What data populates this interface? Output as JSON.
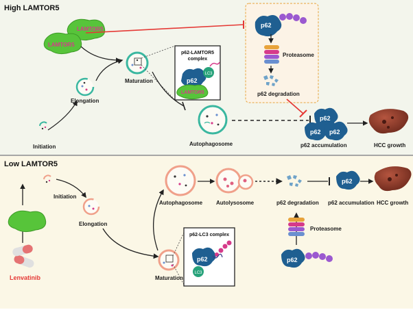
{
  "top": {
    "title": "High LAMTOR5",
    "lamtor_labels": [
      "LAMTOR5",
      "LAMTOR5"
    ],
    "stages": {
      "initiation": "Initiation",
      "elongation": "Elongation",
      "maturation": "Maturation",
      "autophagosome": "Autophagosome"
    },
    "complex": {
      "title_line1": "p62-LAMTOR5",
      "title_line2": "complex",
      "p62": "p62",
      "lc3": "LC3",
      "lamtor": "LAMTOR5"
    },
    "degradation_box": {
      "p62": "p62",
      "proteasome": "Proteasome",
      "degradation": "p62 degradation"
    },
    "accumulation": {
      "p62": [
        "p62",
        "p62",
        "p62"
      ],
      "label": "p62 accumulation"
    },
    "hcc": "HCC growth"
  },
  "bottom": {
    "title": "Low LAMTOR5",
    "stages": {
      "initiation": "Initiation",
      "elongation": "Elongation",
      "maturation": "Maturation",
      "autophagosome": "Autophagosome",
      "autolysosome": "Autolysosome"
    },
    "complex": {
      "title": "p62-LC3 complex",
      "p62": "p62",
      "lc3": "LC3"
    },
    "degradation": "p62 degradation",
    "accumulation": {
      "p62": "p62",
      "label": "p62 accumulation"
    },
    "hcc": "HCC growth",
    "proteasome": {
      "p62": "p62",
      "label": "Proteasome"
    },
    "drug": "Lenvatinib"
  },
  "colors": {
    "top_bg": "#f3f5ec",
    "bottom_bg": "#fbf7e6",
    "p62": "#1f5f91",
    "lamtor": "#57c43a",
    "lamtor_text": "#d63a8a",
    "inhibit_red": "#e53935",
    "proteasome_orange": "#e8a33b",
    "liver": "#8b3a2a",
    "drug_red": "#e53935"
  }
}
